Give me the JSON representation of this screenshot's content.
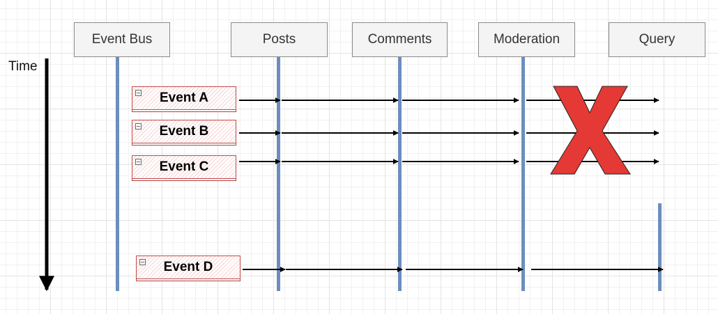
{
  "time_label": "Time",
  "services": [
    {
      "id": "bus",
      "label": "Event Bus"
    },
    {
      "id": "posts",
      "label": "Posts"
    },
    {
      "id": "comments",
      "label": "Comments"
    },
    {
      "id": "moderation",
      "label": "Moderation"
    },
    {
      "id": "query",
      "label": "Query"
    }
  ],
  "events": [
    {
      "label": "Event A",
      "delivered_to_query": false
    },
    {
      "label": "Event B",
      "delivered_to_query": false
    },
    {
      "label": "Event C",
      "delivered_to_query": false
    },
    {
      "label": "Event D",
      "delivered_to_query": true
    }
  ],
  "failure_marker": {
    "glyph": "red-x-icon",
    "color": "#e53935",
    "meaning": "Query service down"
  },
  "colors": {
    "lifeline": "#6c8ebf",
    "event_border": "#c04848",
    "arrow": "#000000"
  }
}
